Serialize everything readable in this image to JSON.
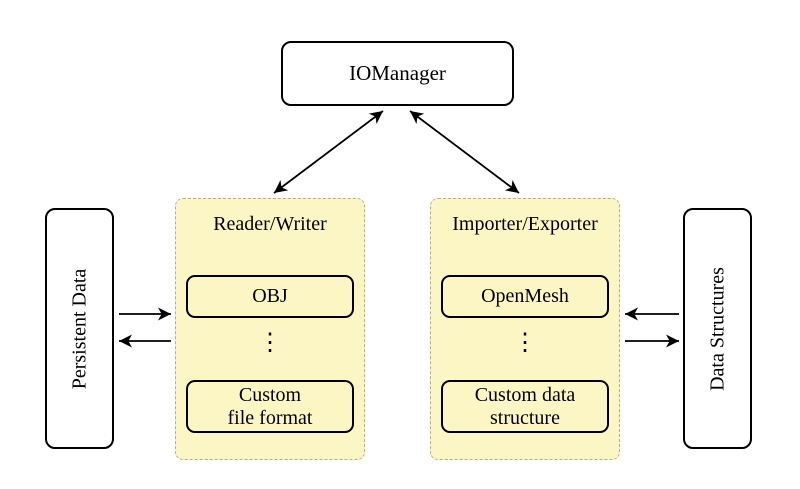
{
  "diagram": {
    "iomanager": {
      "label": "IOManager"
    },
    "persistent_data": {
      "label": "Persistent Data"
    },
    "data_structures": {
      "label": "Data Structures"
    },
    "reader_writer": {
      "label": "Reader/Writer",
      "item1": "OBJ",
      "dots": "⋮",
      "item2": "Custom\nfile format"
    },
    "importer_exporter": {
      "label": "Importer/Exporter",
      "item1": "OpenMesh",
      "dots": "⋮",
      "item2": "Custom data\nstructure"
    },
    "colors": {
      "background": "#ffffff",
      "group_fill": "#fbf6c3",
      "group_border": "#b6b088",
      "node_border": "#000000",
      "arrow": "#000000"
    }
  }
}
